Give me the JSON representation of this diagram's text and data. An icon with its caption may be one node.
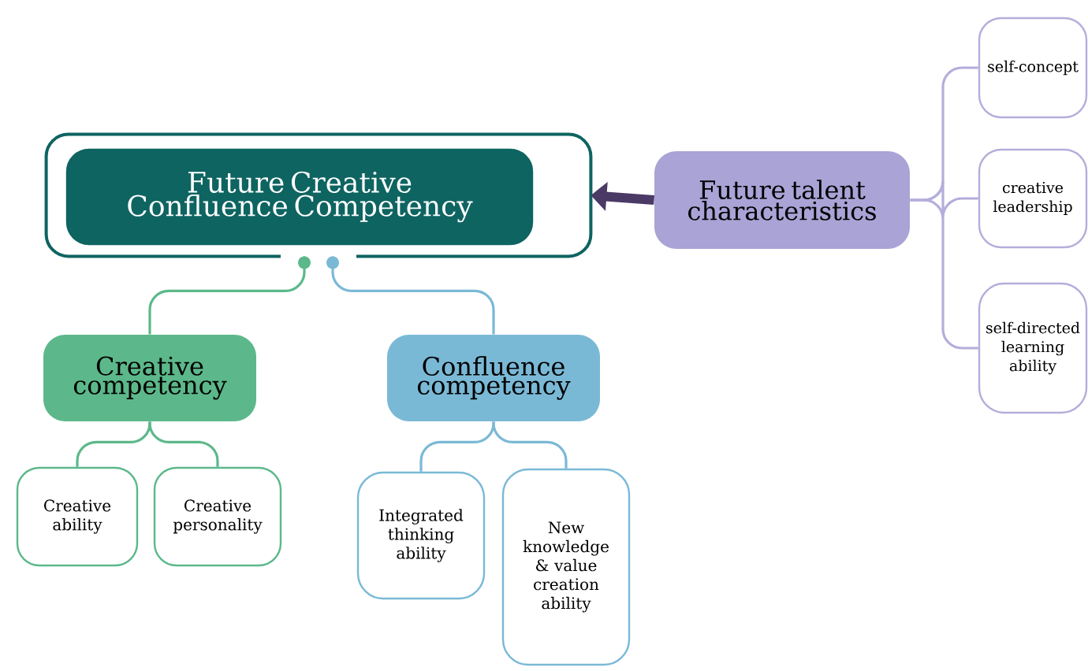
{
  "diagram": {
    "nodes": [
      {
        "text": [],
        "shape": "box"
      },
      {
        "text": [
          "Future Creative Confluence Competency"
        ],
        "in": 0
      },
      {
        "text": [
          "Future talent characteristics"
        ]
      },
      {
        "text": [
          "self-concept"
        ]
      },
      {
        "text": [
          "creative leadership"
        ]
      },
      {
        "text": [
          "self-directed learning ability"
        ]
      },
      {
        "text": [
          "Creative competency"
        ]
      },
      {
        "text": [
          "Confluence competency"
        ]
      },
      {
        "text": [
          "Creative ability"
        ]
      },
      {
        "text": [
          "Creative personality"
        ]
      },
      {
        "text": [
          "Integrated thinking ability"
        ]
      },
      {
        "text": [
          "New knowledge & value creation ability"
        ]
      }
    ],
    "edges": [
      {
        "from": 2,
        "to": 0,
        "arrow": "to",
        "style": "thick",
        "color": "#4b3a66"
      },
      {
        "from": 2,
        "to": 3,
        "arrow": "none",
        "color": "#b3aedb"
      },
      {
        "from": 2,
        "to": 4,
        "arrow": "none",
        "color": "#b3aedb"
      },
      {
        "from": 2,
        "to": 5,
        "arrow": "none",
        "color": "#b3aedb"
      },
      {
        "from": 0,
        "to": 6,
        "arrow": "other",
        "color": "#5cb88a"
      },
      {
        "from": 0,
        "to": 7,
        "arrow": "other",
        "color": "#7ab9d6"
      },
      {
        "from": 6,
        "to": 8,
        "arrow": "none",
        "color": "#5cb88a"
      },
      {
        "from": 6,
        "to": 9,
        "arrow": "none",
        "color": "#5cb88a"
      },
      {
        "from": 7,
        "to": 10,
        "arrow": "none",
        "color": "#7ab9d6"
      },
      {
        "from": 7,
        "to": 11,
        "arrow": "none",
        "color": "#7ab9d6"
      }
    ]
  }
}
